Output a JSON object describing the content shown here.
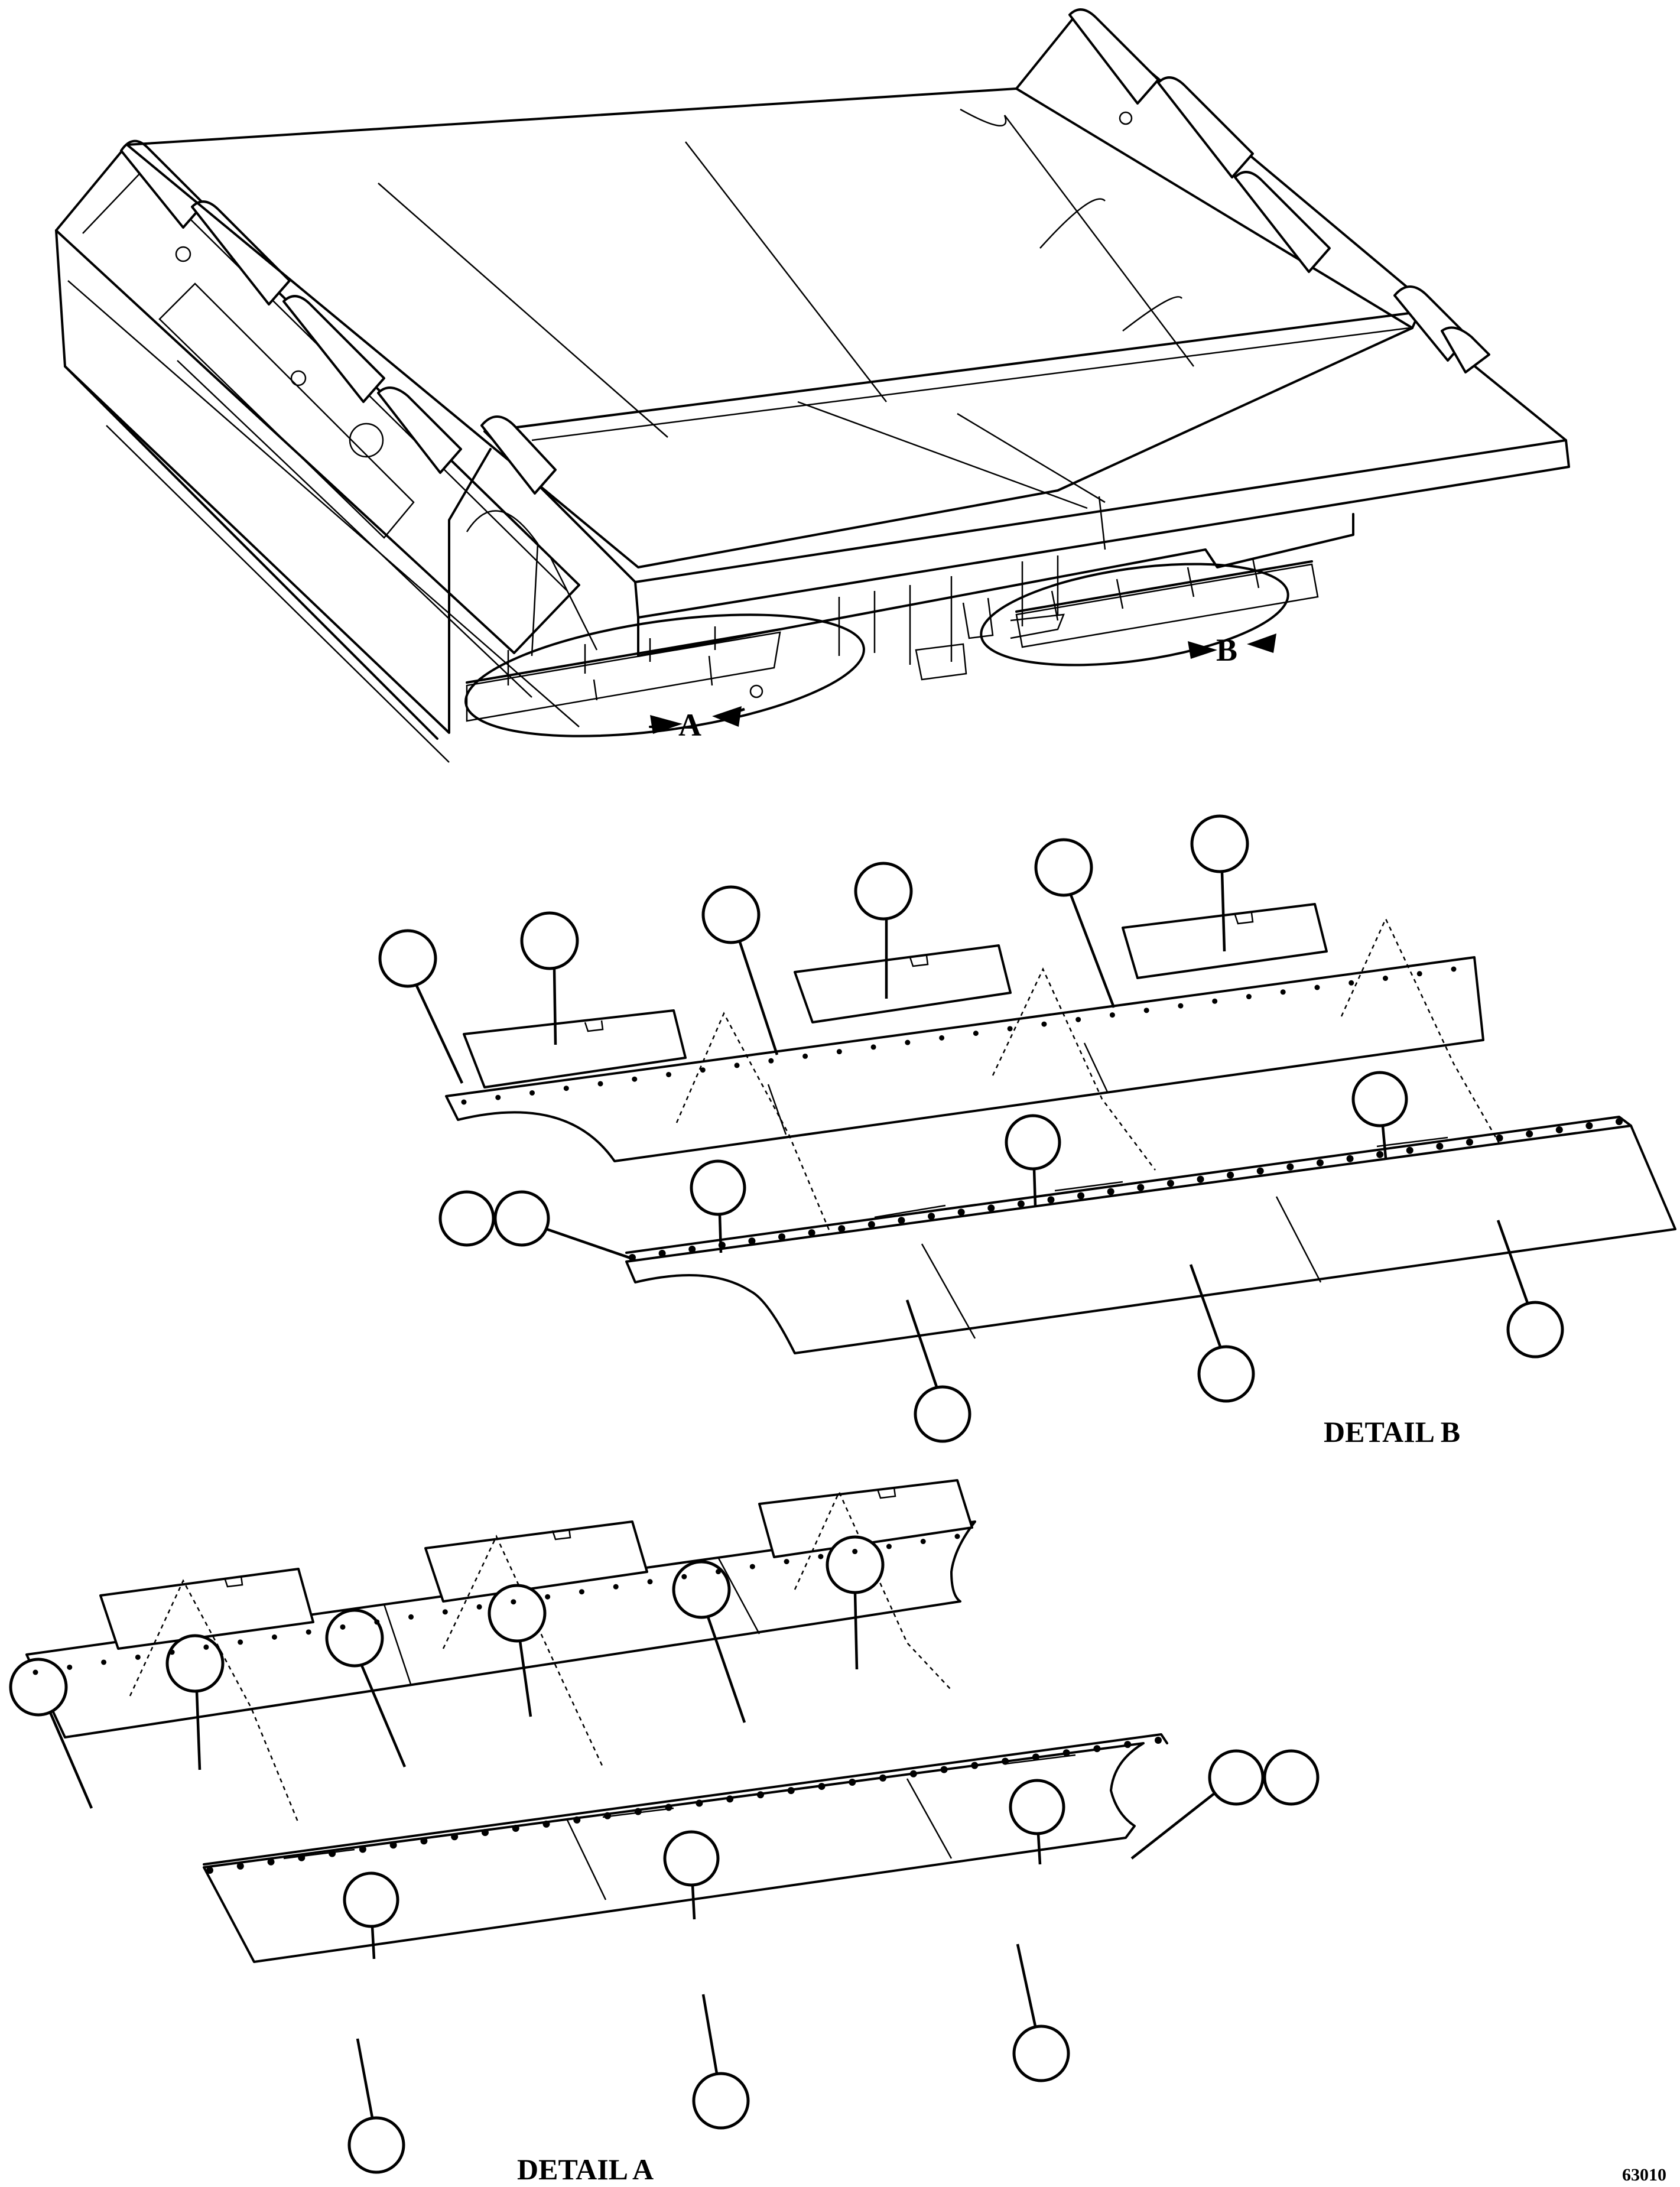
{
  "callouts": {
    "a": "A",
    "b": "B"
  },
  "captions": {
    "detail_b": "DETAIL B",
    "detail_a": "DETAIL A"
  },
  "drawing_number": "63010"
}
